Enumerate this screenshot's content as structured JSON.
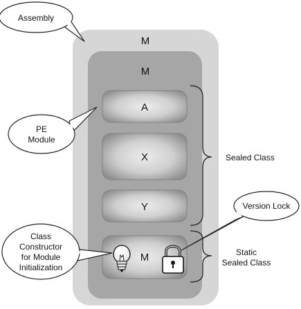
{
  "outer_container": {
    "label": "M"
  },
  "inner_container": {
    "label": "M"
  },
  "boxes": [
    "A",
    "X",
    "Y"
  ],
  "static_box": {
    "label": "M"
  },
  "callouts": {
    "assembly": "Assembly",
    "pe_module": [
      "PE",
      "Module"
    ],
    "class_constructor": [
      "Class",
      "Constructor",
      "for Module",
      "Initialization"
    ],
    "version_lock": "Version Lock"
  },
  "braces": {
    "sealed_class": "Sealed Class",
    "static_sealed_class": [
      "Static",
      "Sealed Class"
    ]
  },
  "icons": [
    "light-bulb-icon",
    "padlock-icon"
  ]
}
